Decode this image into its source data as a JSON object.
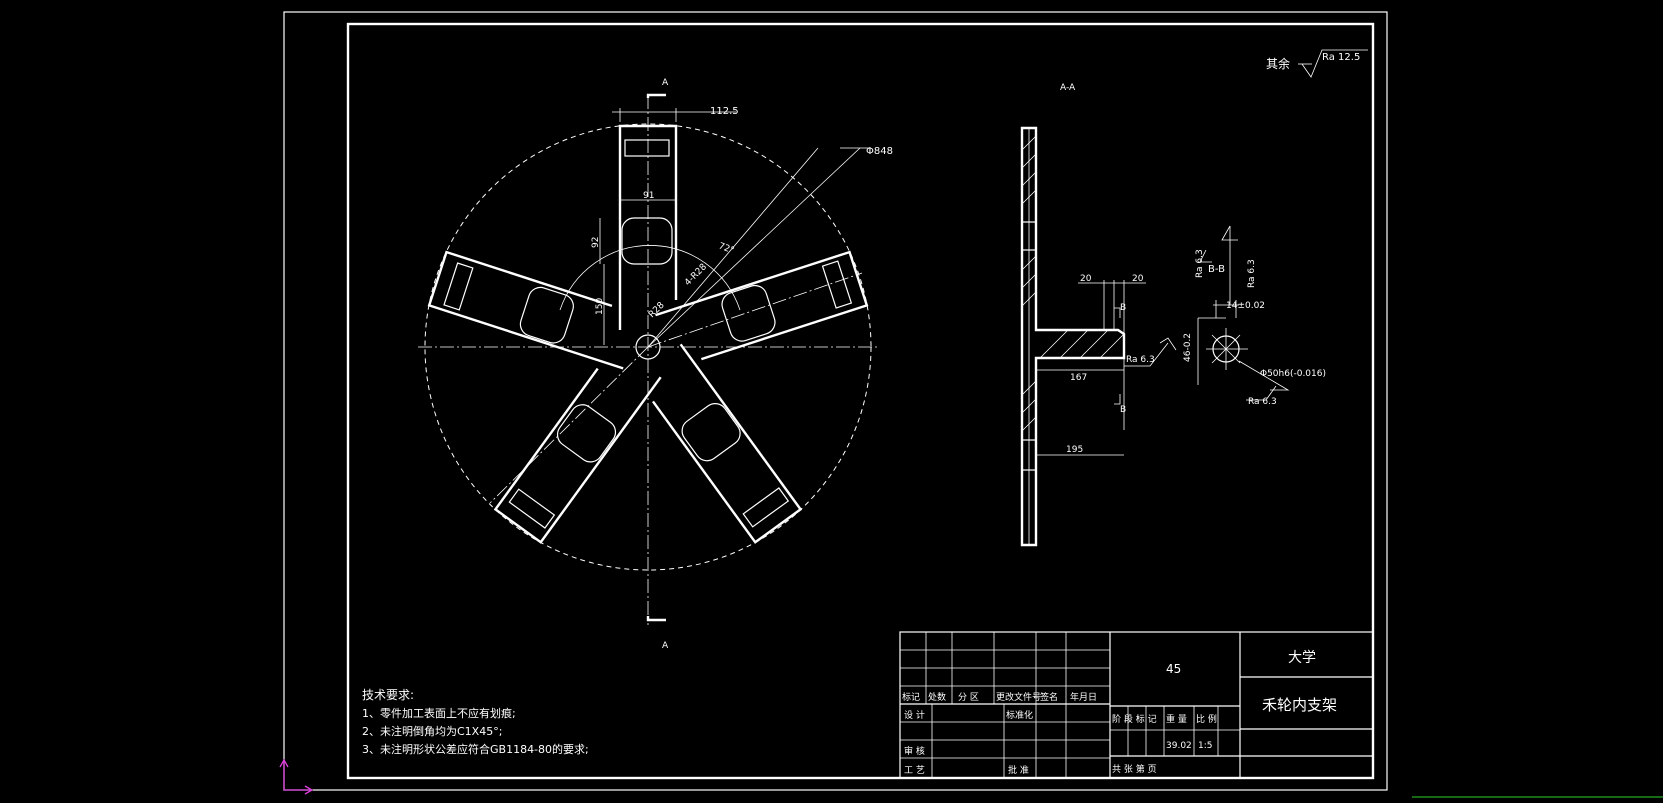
{
  "drawing": {
    "title_part_name": "禾轮内支架",
    "title_school": "大学",
    "material": "45",
    "weight": "39.02",
    "scale": "1:5",
    "roughness_other_label": "其余",
    "roughness_other_value": "Ra 12.5"
  },
  "front_view": {
    "section_label_top": "A",
    "section_label_bottom": "A",
    "dim_width_top": "112.5",
    "dim_diameter_outer": "Φ848",
    "dim_91": "91",
    "dim_92": "92",
    "dim_150": "150",
    "dim_angle": "72°",
    "dim_holes": "4-R28",
    "dim_r28": "R28"
  },
  "section_view": {
    "title": "A-A",
    "dim_20_left": "20",
    "dim_20_right": "20",
    "label_b_top": "B",
    "label_b_bottom": "B",
    "roughness_left": "Ra 6.3",
    "dim_167": "167",
    "dim_195": "195"
  },
  "detail_view": {
    "title": "B-B",
    "ra_left": "Ra 6.3",
    "ra_right": "Ra 6.3",
    "dim_14": "14±0.02",
    "dim_46": "46-0.2",
    "dim_50": "Φ50h6(-0.016)",
    "ra_bottom": "Ra 6.3"
  },
  "tech_requirements": {
    "heading": "技术要求:",
    "item1": "1、零件加工表面上不应有划痕;",
    "item2": "2、未注明倒角均为C1X45°;",
    "item3": "3、未注明形状公差应符合GB1184-80的要求;"
  },
  "title_block": {
    "h_mark": "标记",
    "h_count": "处数",
    "h_zone": "分 区",
    "h_docno": "更改文件号",
    "h_sign": "签名",
    "h_date": "年月日",
    "design": "设 计",
    "standard": "标准化",
    "review": "审 核",
    "process": "工 艺",
    "approve": "批 准",
    "stage": "阶 段 标 记",
    "weight_label": "重 量",
    "scale_label": "比 例",
    "sheets": "共   张   第   页"
  }
}
